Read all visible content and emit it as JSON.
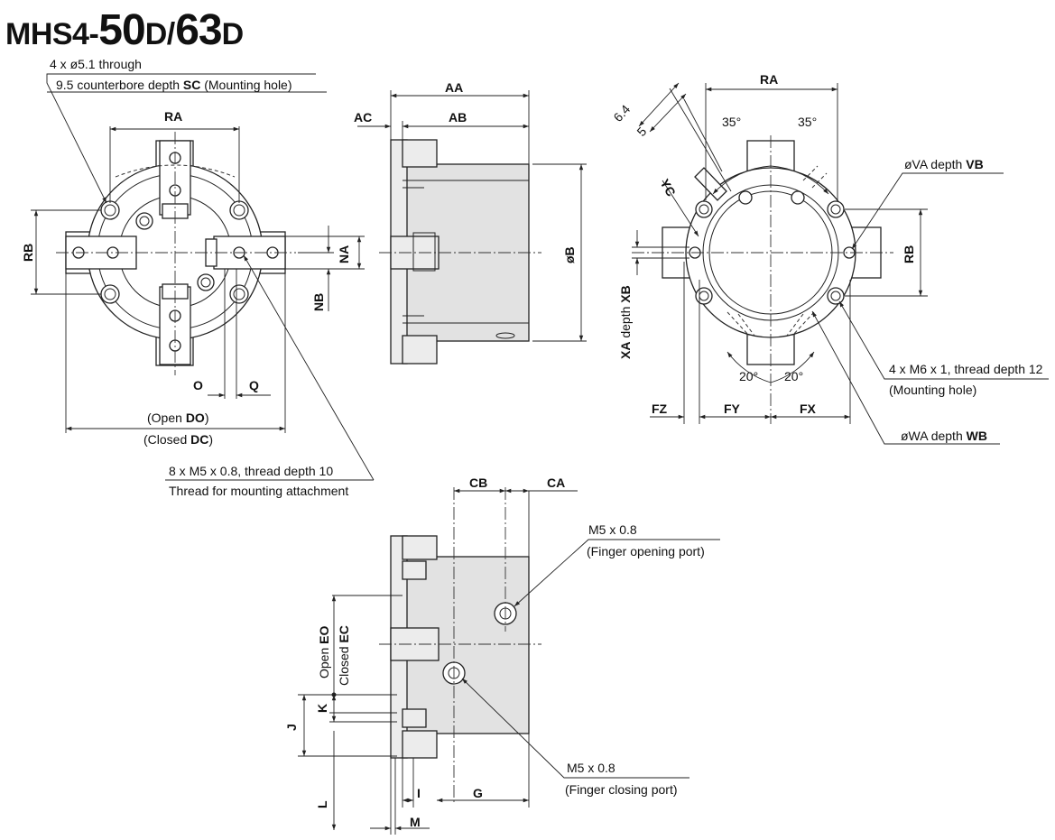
{
  "title": {
    "prefix": "MHS4-",
    "size1": "50",
    "suffix1": "D",
    "sep": "/",
    "size2": "63",
    "suffix2": "D"
  },
  "notes": {
    "through_hole": "4 x ø5.1 through",
    "counterbore_pre": "9.5 counterbore depth ",
    "counterbore_bold": "SC",
    "counterbore_post": " (Mounting hole)",
    "attach_thread": "8 x M5 x 0.8, thread depth 10",
    "attach_desc": "Thread for mounting attachment",
    "m6_thread": "4 x M6 x 1, thread depth 12",
    "m6_desc": "(Mounting hole)",
    "va_pre": "øVA  depth ",
    "va_bold": "VB",
    "wa_pre": "øWA depth ",
    "wa_bold": "WB",
    "open_port_thread": "M5 x 0.8",
    "open_port_desc": "(Finger opening port)",
    "close_port_thread": "M5 x 0.8",
    "close_port_desc": "(Finger closing port)"
  },
  "front_view": {
    "ra": "RA",
    "rb": "RB",
    "na": "NA",
    "nb": "NB",
    "o": "O",
    "q": "Q",
    "open_pre": "(Open ",
    "open_bold": "DO",
    "open_post": ")",
    "closed_pre": "(Closed ",
    "closed_bold": "DC",
    "closed_post": ")"
  },
  "side_view": {
    "aa": "AA",
    "ab": "AB",
    "ac": "AC",
    "b": "øB"
  },
  "back_view": {
    "ra": "RA",
    "rb": "RB",
    "angle_top": "35°",
    "angle_bottom": "20°",
    "d64": "6.4",
    "d5": "5",
    "yc": "YC",
    "xa_pre": "XA",
    "xa_mid": " depth ",
    "xa_post": "XB",
    "fz": "FZ",
    "fy": "FY",
    "fx": "FX"
  },
  "bottom_view": {
    "cb": "CB",
    "ca": "CA",
    "j": "J",
    "k": "K",
    "l": "L",
    "i": "I",
    "m": "M",
    "g": "G",
    "eo_pre": "Open ",
    "eo_bold": "EO",
    "ec_pre": "Closed ",
    "ec_bold": "EC"
  }
}
